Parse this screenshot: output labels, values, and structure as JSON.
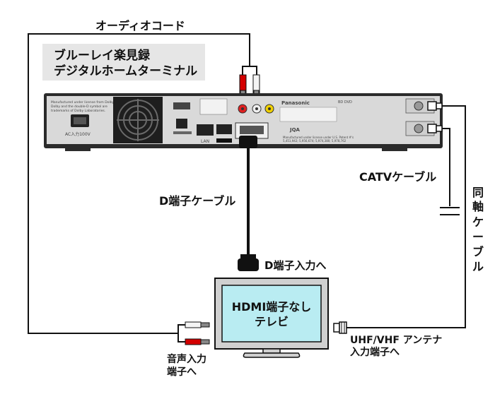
{
  "labels": {
    "audio_cord": "オーディオコード",
    "device_title_1": "ブルーレイ楽見録",
    "device_title_2": "デジタルホームターミナル",
    "catv_cable": "CATVケーブル",
    "coax_cable": "同軸ケーブル",
    "d_cable": "D端子ケーブル",
    "d_input": "D端子入力へ",
    "tv_line1": "HDMI端子なし",
    "tv_line2": "テレビ",
    "audio_input_1": "音声入力",
    "audio_input_2": "端子へ",
    "antenna_input_1": "UHF/VHF アンテナ",
    "antenna_input_2": "入力端子へ"
  },
  "panel": {
    "ac_label": "AC入力100V",
    "lan_label": "LAN",
    "brand": "Panasonic",
    "jqa": "JQA",
    "bd_dvd": "BD  DVD",
    "dolby_notice": "Manufactured under license from Dolby Laboratories.",
    "patent_notice": "Manufactured under license under U.S. Patent #'s"
  },
  "colors": {
    "device_body": "#2b2b2b",
    "device_panel": "#d9d9d9",
    "tv_screen": "#b9ecf2",
    "tv_frame": "#d0d0d0",
    "title_box": "#e6e6e6",
    "red_plug": "#d40000",
    "white_plug": "#f4f4f4",
    "cable": "#111111"
  }
}
